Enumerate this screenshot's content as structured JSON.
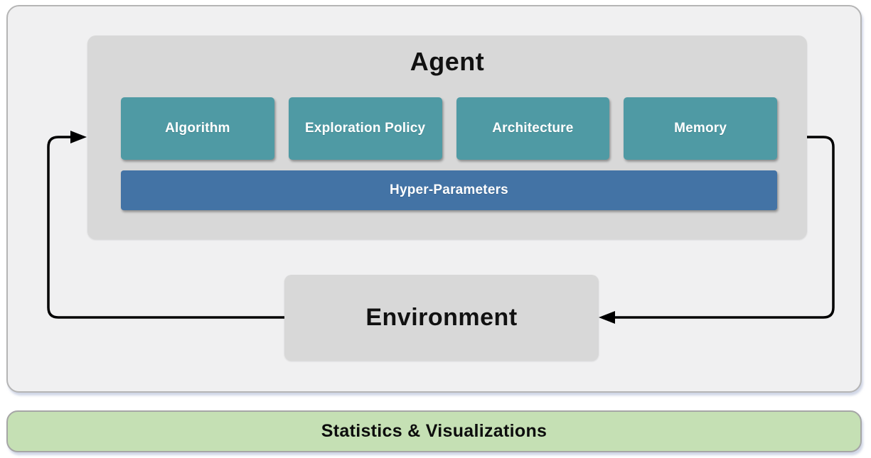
{
  "agent": {
    "title": "Agent",
    "modules": [
      {
        "label": "Algorithm"
      },
      {
        "label": "Exploration Policy"
      },
      {
        "label": "Architecture"
      },
      {
        "label": "Memory"
      }
    ],
    "hyper_parameters": {
      "label": "Hyper-Parameters"
    }
  },
  "environment": {
    "label": "Environment"
  },
  "stats_bar": {
    "label": "Statistics & Visualizations"
  },
  "connectors": [
    {
      "name": "environment-to-agent-arrow",
      "from": "Environment",
      "to": "Agent"
    },
    {
      "name": "agent-to-environment-arrow",
      "from": "Agent",
      "to": "Environment"
    }
  ],
  "colors": {
    "module_fill": "#4f9aa4",
    "hyper_parameters_fill": "#4373a5",
    "stats_fill": "#c5e0b4",
    "container_gray": "#d8d8d8",
    "panel_bg": "#f0f0f1",
    "panel_border": "#b5b5b5",
    "arrow": "#000000"
  }
}
